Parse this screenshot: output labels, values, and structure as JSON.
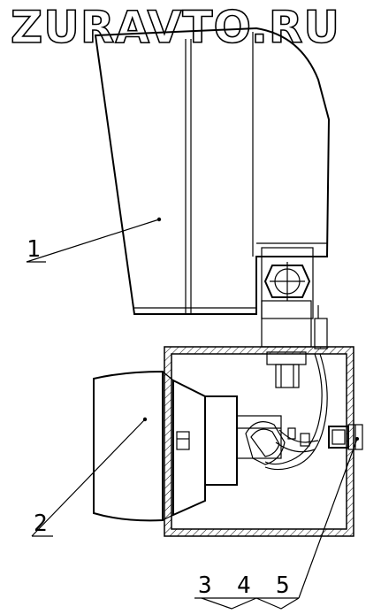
{
  "watermark": "ZURAVTO.RU",
  "callouts": {
    "c1": "1",
    "c2": "2",
    "c3": "3",
    "c4": "4",
    "c5": "5"
  }
}
